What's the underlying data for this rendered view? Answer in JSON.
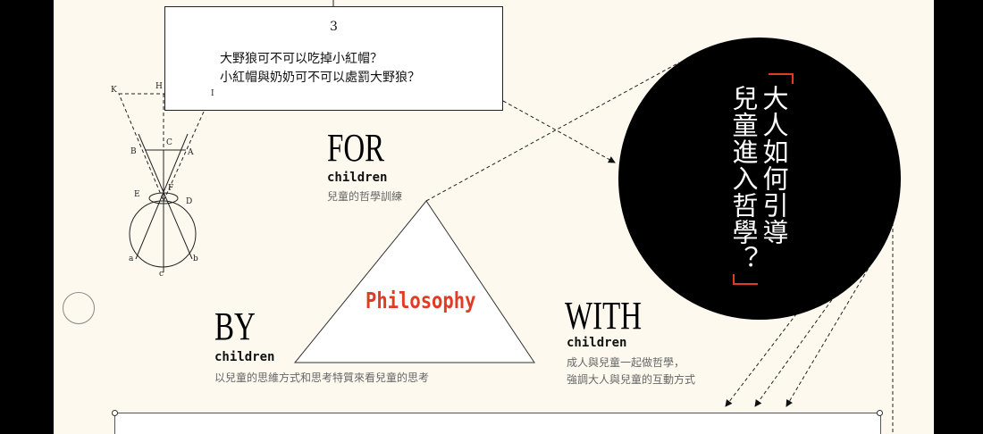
{
  "question_box": {
    "number": "3",
    "lines": [
      "大野狼可不可以吃掉小紅帽？",
      "小紅帽與奶奶可不可以處罰大野狼？"
    ]
  },
  "center_label": "Philosophy",
  "for": {
    "word": "FOR",
    "sub": "children",
    "desc": "兒童的哲學訓練"
  },
  "by": {
    "word": "BY",
    "sub": "children",
    "desc": "以兒童的思維方式和思考特質來看兒童的思考"
  },
  "with": {
    "word": "WITH",
    "sub": "children",
    "desc": [
      "成人與兒童一起做哲學，",
      "強調大人與兒童的互動方式"
    ]
  },
  "circle_title": "大人如何引導\n兒童進入哲學？",
  "diagram_labels": [
    "K",
    "H",
    "I",
    "B",
    "C",
    "A",
    "E",
    "F",
    "D",
    "a",
    "c",
    "b"
  ],
  "colors": {
    "accent": "#e33a23",
    "background": "#fdf9ef"
  }
}
